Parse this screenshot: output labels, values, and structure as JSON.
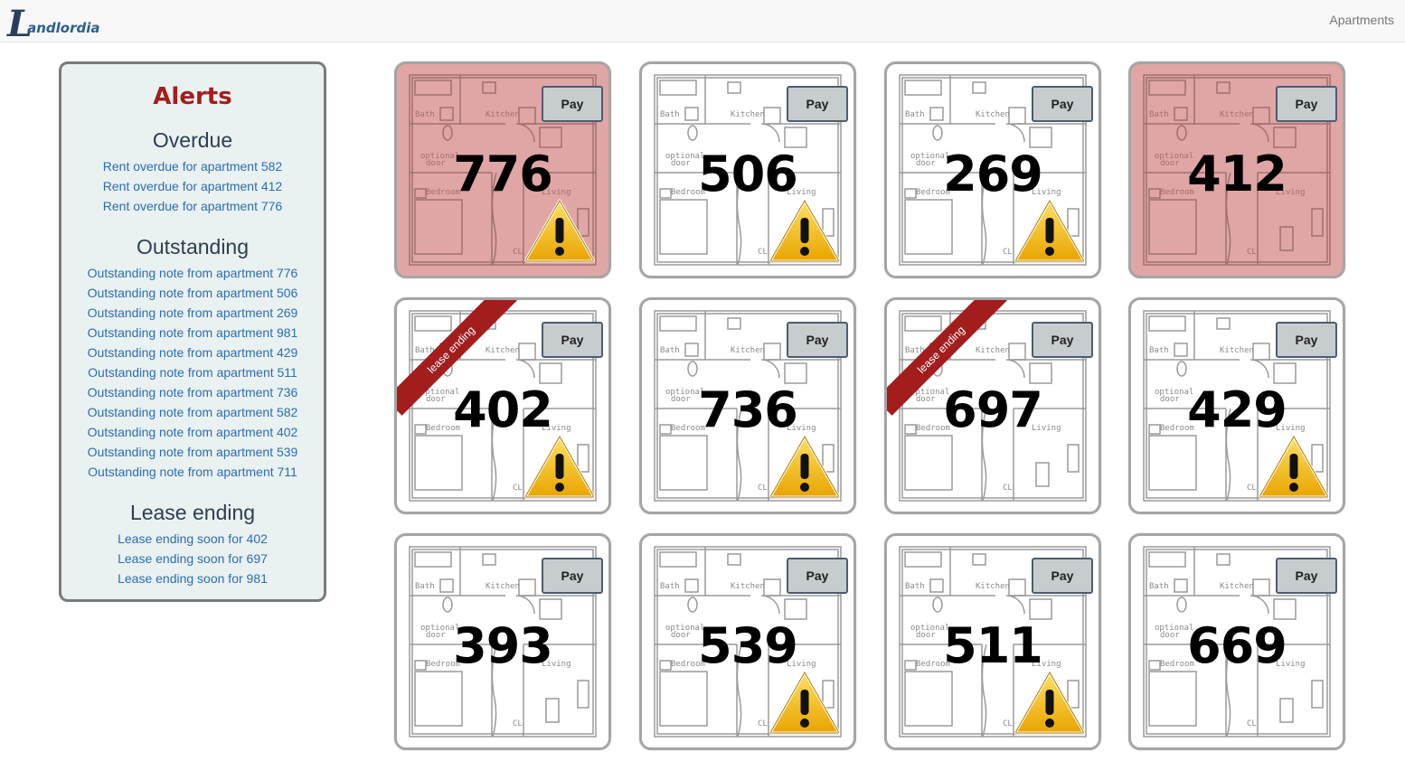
{
  "navbar": {
    "brand_initial": "L",
    "brand_rest": "andlordia",
    "nav_link": "Apartments"
  },
  "alerts": {
    "title": "Alerts",
    "overdue": {
      "title": "Overdue",
      "items": [
        "Rent overdue for apartment 582",
        "Rent overdue for apartment 412",
        "Rent overdue for apartment 776"
      ]
    },
    "outstanding": {
      "title": "Outstanding",
      "items": [
        "Outstanding note from apartment 776",
        "Outstanding note from apartment 506",
        "Outstanding note from apartment 269",
        "Outstanding note from apartment 981",
        "Outstanding note from apartment 429",
        "Outstanding note from apartment 511",
        "Outstanding note from apartment 736",
        "Outstanding note from apartment 582",
        "Outstanding note from apartment 402",
        "Outstanding note from apartment 539",
        "Outstanding note from apartment 711"
      ]
    },
    "lease_ending": {
      "title": "Lease ending",
      "items": [
        "Lease ending soon for 402",
        "Lease ending soon for 697",
        "Lease ending soon for 981"
      ]
    }
  },
  "tiles": [
    {
      "number": "776",
      "overdue": true,
      "warning": true,
      "lease_ending": false
    },
    {
      "number": "506",
      "overdue": false,
      "warning": true,
      "lease_ending": false
    },
    {
      "number": "269",
      "overdue": false,
      "warning": true,
      "lease_ending": false
    },
    {
      "number": "412",
      "overdue": true,
      "warning": false,
      "lease_ending": false
    },
    {
      "number": "402",
      "overdue": false,
      "warning": true,
      "lease_ending": true
    },
    {
      "number": "736",
      "overdue": false,
      "warning": true,
      "lease_ending": false
    },
    {
      "number": "697",
      "overdue": false,
      "warning": false,
      "lease_ending": true
    },
    {
      "number": "429",
      "overdue": false,
      "warning": true,
      "lease_ending": false
    },
    {
      "number": "393",
      "overdue": false,
      "warning": false,
      "lease_ending": false
    },
    {
      "number": "539",
      "overdue": false,
      "warning": true,
      "lease_ending": false
    },
    {
      "number": "511",
      "overdue": false,
      "warning": true,
      "lease_ending": false
    },
    {
      "number": "669",
      "overdue": false,
      "warning": false,
      "lease_ending": false
    }
  ],
  "tile_labels": {
    "pay": "Pay",
    "ribbon": "lease ending",
    "room_bath": "Bath",
    "room_kitchen": "Kitchen",
    "room_optional": "optional",
    "room_door": "door",
    "room_bedroom": "Bedroom",
    "room_living": "Living",
    "room_closet": "CL"
  },
  "colors": {
    "overdue_bg": "#e0a5a5",
    "ribbon": "#a31d1d",
    "alerts_title": "#a31d1d",
    "link": "#2a6db5"
  }
}
